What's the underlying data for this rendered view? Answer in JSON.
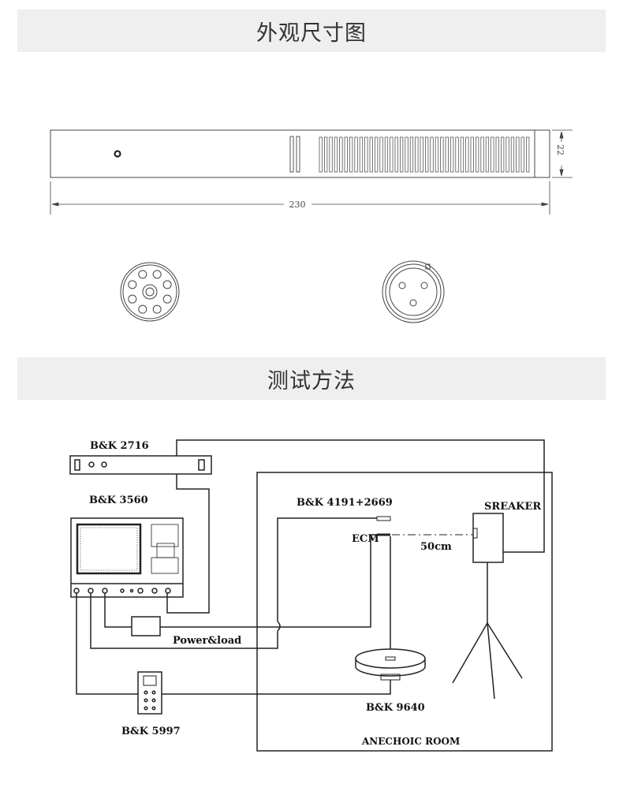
{
  "sections": {
    "dimensions_title": "外观尺寸图",
    "test_title": "测试方法"
  },
  "dimensions": {
    "length": "230",
    "height": "22"
  },
  "test_diagram": {
    "generator": "B&K  2716",
    "analyzer": "B&K  3560",
    "microphone": "B&K  4191+2669",
    "ecm": "ECM",
    "distance": "50cm",
    "speaker": "SREAKER",
    "power": "Power&load",
    "turntable": "B&K  9640",
    "supply": "B&K  5997",
    "room": "ANECHOIC ROOM"
  }
}
